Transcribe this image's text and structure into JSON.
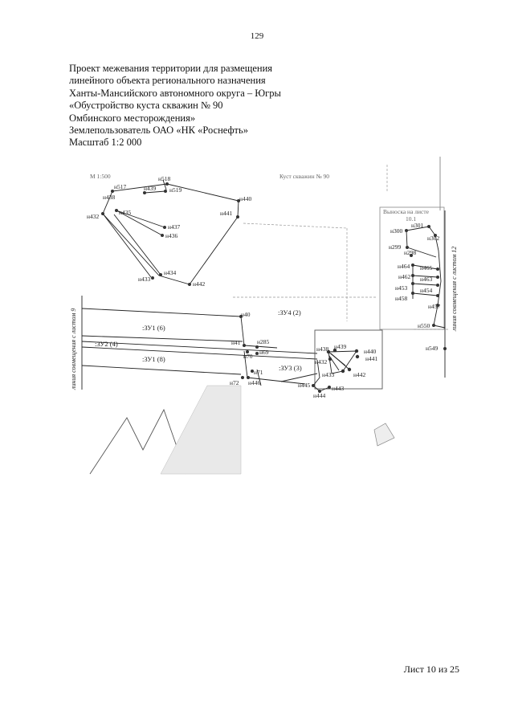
{
  "page_number": "129",
  "title_lines": [
    "Проект межевания территории для размещения",
    "линейного объекта регионального назначения",
    "Ханты-Мансийского автономного округа – Югры",
    "«Обустройство куста скважин № 90",
    "Омбинского месторождения»",
    "Землепользователь ОАО «НК «Роснефть»",
    "Масштаб 1:2 000"
  ],
  "map": {
    "scale_label": "М 1:500",
    "well_pad_label": "Куст скважин № 90",
    "callout_label": "Выноска на листе",
    "callout_number": "10.1",
    "left_match_line": "линия совмещения с листом 9",
    "right_match_line": "линия совмещения с листом 12",
    "zones": {
      "zu1_6": ":ЗУ1 (6)",
      "zu2_4": ":ЗУ2 (4)",
      "zu1_8": ":ЗУ1 (8)",
      "zu4_2": ":ЗУ4 (2)",
      "zu3_3": ":ЗУ3 (3)"
    },
    "points": {
      "n518": "н518",
      "n517": "н517",
      "n439a": "н439",
      "n519": "н519",
      "n438a": "н438",
      "n440a": "н440",
      "n432a": "н432",
      "n435": "н435",
      "n441a": "н441",
      "n437": "н437",
      "n436": "н436",
      "n434": "н434",
      "n433a": "н433",
      "n442a": "н442",
      "n40": "н40",
      "n41": "н41",
      "n285": "н285",
      "n70": "н70",
      "n69": "н69",
      "n71": "н71",
      "n72": "н72",
      "n446": "н446",
      "n438b": "н438",
      "n439b": "н439",
      "n440b": "н440",
      "n441b": "н441",
      "n432b": "н432",
      "n433b": "н433",
      "n442b": "н442",
      "n445": "н445",
      "n443": "н443",
      "n444": "н444",
      "n300": "н300",
      "n301": "н301",
      "n302": "н302",
      "n299": "н299",
      "n298": "н298",
      "n464": "н464",
      "n465": "н465",
      "n462": "н462",
      "n463": "н463",
      "n453": "н453",
      "n454": "н454",
      "n458": "н458",
      "n457": "н457",
      "n550": "н550",
      "n549": "н549"
    }
  },
  "sheet_footer": "Лист 10 из 25"
}
